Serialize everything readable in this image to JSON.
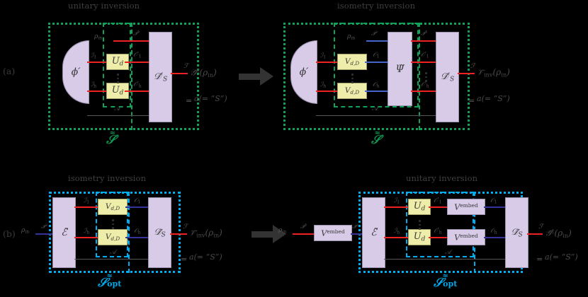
{
  "figure": {
    "panels": [
      {
        "tag": "(a)",
        "left": {
          "title": "unitary inversion",
          "encoder": "ϕ′",
          "gate_label": "U_d",
          "decoder": "D̃′_S",
          "wires": {
            "rho_in": "ρin",
            "p_prime": "P′",
            "i1": "I1",
            "ih": "Ih",
            "o1_prime": "O′1",
            "oh_prime": "O′h",
            "ancilla": "A",
            "f": "F"
          },
          "output": "Ũ†(ρin)",
          "aux_output": "a(= “S”)",
          "region_caption": "S̃̃′"
        },
        "right": {
          "title": "isometry inversion",
          "encoder": "ϕ′",
          "gate_label": "V_{d,D}",
          "middle": "Ψ̃",
          "decoder": "D̃′_S",
          "wires": {
            "rho_in": "ρin",
            "p": "P",
            "p_prime": "P′",
            "i1": "I1",
            "ih": "Ih",
            "o1": "O1",
            "oh": "Oh",
            "o1_prime": "O′1",
            "oh_prime": "O′h",
            "ancilla": "A",
            "f": "F"
          },
          "output": "Ṽinv(ρin)",
          "aux_output": "a(= “S”)",
          "region_caption": "S̃̃′"
        }
      },
      {
        "tag": "(b)",
        "left": {
          "title": "isometry inversion",
          "encoder": "Ẽ",
          "gate_label": "V_{d,D}",
          "decoder": "D̃_S",
          "wires": {
            "rho_in": "ρin",
            "p": "P",
            "i1": "I1",
            "ih": "Ih",
            "o1": "O1",
            "oh": "Oh",
            "ancilla": "A",
            "f": "F"
          },
          "output": "Ṽinv(ρin)",
          "aux_output": "a(= “S”)",
          "region_caption": "S̃̃opt"
        },
        "right": {
          "title": "unitary inversion",
          "pre_box": "V^embed",
          "encoder": "Ẽ",
          "gate_label": "U_d",
          "embed_box": "V^embed",
          "decoder": "D̃_S",
          "wires": {
            "rho_in": "ρin",
            "p_prime": "P′",
            "p": "P",
            "i1": "I1",
            "ih": "Ih",
            "o1_prime": "O′1",
            "oh_prime": "O′h",
            "o1": "O1",
            "oh": "Oh",
            "ancilla": "A",
            "f": "F"
          },
          "output": "Ũ†(ρin)",
          "aux_output": "a(= “S”)",
          "region_caption": "S̃̃opt"
        }
      }
    ],
    "colors": {
      "wire_red": "#ee2222",
      "wire_blue": "#4466cc",
      "wire_navy": "#333399",
      "wire_gray": "#555555",
      "box_purple": "#d7cbe8",
      "box_yellow": "#eeeeaa",
      "frame_green": "#13a05a",
      "frame_cyan": "#00aeef",
      "background": "#000000",
      "text": "#4a4a4a"
    }
  }
}
